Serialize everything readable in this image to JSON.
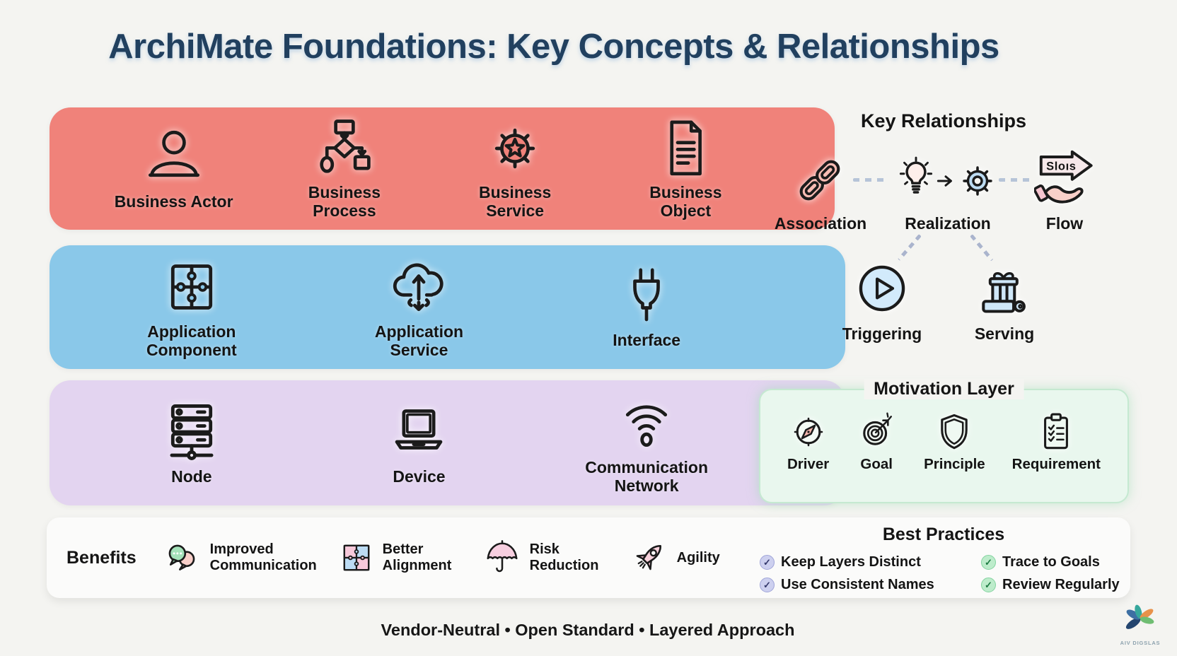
{
  "page": {
    "title": "ArchiMate Foundations: Key Concepts & Relationships",
    "footer": "Vendor-Neutral • Open Standard • Layered Approach"
  },
  "layers": {
    "business": {
      "color": "#f0827a",
      "items": [
        {
          "label": "Business Actor",
          "icon": "person-icon"
        },
        {
          "label": "Business Process",
          "icon": "flowchart-icon"
        },
        {
          "label": "Business Service",
          "icon": "gear-star-icon"
        },
        {
          "label": "Business Object",
          "icon": "document-icon"
        }
      ]
    },
    "application": {
      "color": "#8ac8e9",
      "items": [
        {
          "label": "Application Component",
          "icon": "puzzle-icon"
        },
        {
          "label": "Application Service",
          "icon": "cloud-arrows-icon"
        },
        {
          "label": "Interface",
          "icon": "plug-icon"
        }
      ]
    },
    "technology": {
      "color": "#e3d4f0",
      "items": [
        {
          "label": "Node",
          "icon": "server-icon"
        },
        {
          "label": "Device",
          "icon": "laptop-icon"
        },
        {
          "label": "Communication Network",
          "icon": "wifi-icon"
        }
      ]
    }
  },
  "key_relationships": {
    "title": "Key Relationships",
    "flow_sign_text": "Sloıs",
    "row1": [
      {
        "label": "Association",
        "icon": "chain-icon"
      },
      {
        "label": "Realization",
        "icon": "bulb-arrow-gear-icon"
      },
      {
        "label": "Flow",
        "icon": "hand-arrow-sign-icon"
      }
    ],
    "row2": [
      {
        "label": "Triggering",
        "icon": "play-circle-icon"
      },
      {
        "label": "Serving",
        "icon": "gift-tray-icon"
      }
    ]
  },
  "motivation": {
    "title": "Motivation Layer",
    "fill": "#e9f7ee",
    "border": "#c5e9d1",
    "items": [
      {
        "label": "Driver",
        "icon": "compass-icon"
      },
      {
        "label": "Goal",
        "icon": "target-arrow-icon"
      },
      {
        "label": "Principle",
        "icon": "shield-icon"
      },
      {
        "label": "Requirement",
        "icon": "clipboard-check-icon"
      }
    ]
  },
  "benefits": {
    "heading": "Benefits",
    "items": [
      {
        "label": "Improved Communication",
        "icon": "chat-bubbles-icon"
      },
      {
        "label": "Better Alignment",
        "icon": "puzzle-pieces-icon"
      },
      {
        "label": "Risk Reduction",
        "icon": "umbrella-icon"
      },
      {
        "label": "Agility",
        "icon": "rocket-icon"
      }
    ]
  },
  "best_practices": {
    "title": "Best Practices",
    "items": [
      "Keep Layers Distinct",
      "Use Consistent Names",
      "Trace to Goals",
      "Review Regularly"
    ]
  },
  "logo": {
    "text": "AIV DIGSLAS"
  },
  "colors": {
    "background": "#f4f4f1",
    "title": "#21405f",
    "dash": "#b6c4d8",
    "check_purple": "#cdd0ef",
    "check_green": "#bdeccb"
  }
}
